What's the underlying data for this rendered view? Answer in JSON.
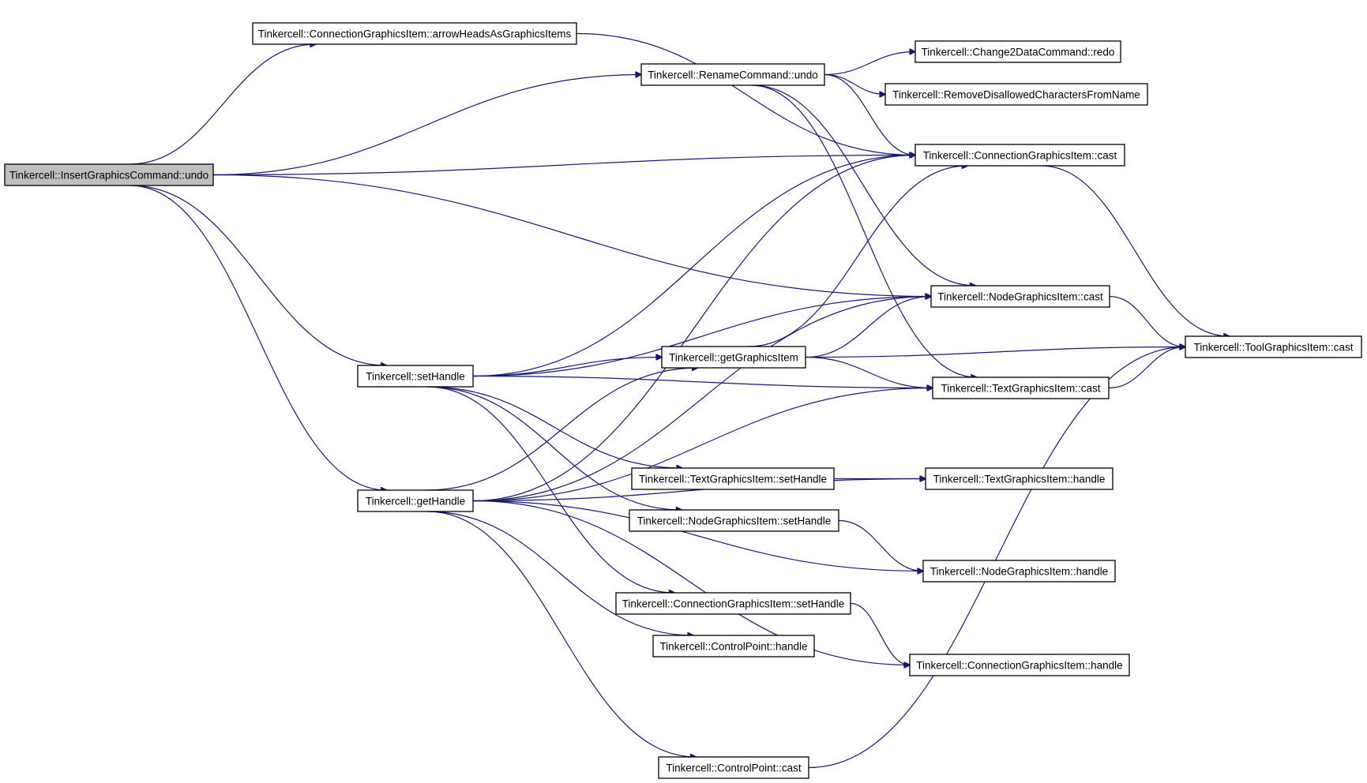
{
  "nodes": [
    {
      "id": "root",
      "label": "Tinkercell::InsertGraphicsCommand::undo",
      "highlighted": true
    },
    {
      "id": "arrowHeads",
      "label": "Tinkercell::ConnectionGraphicsItem::arrowHeadsAsGraphicsItems"
    },
    {
      "id": "renameUndo",
      "label": "Tinkercell::RenameCommand::undo"
    },
    {
      "id": "change2redo",
      "label": "Tinkercell::Change2DataCommand::redo"
    },
    {
      "id": "removeDisallowed",
      "label": "Tinkercell::RemoveDisallowedCharactersFromName"
    },
    {
      "id": "connCast",
      "label": "Tinkercell::ConnectionGraphicsItem::cast"
    },
    {
      "id": "nodeCast",
      "label": "Tinkercell::NodeGraphicsItem::cast"
    },
    {
      "id": "toolCast",
      "label": "Tinkercell::ToolGraphicsItem::cast"
    },
    {
      "id": "setHandle",
      "label": "Tinkercell::setHandle"
    },
    {
      "id": "getGraphicsItem",
      "label": "Tinkercell::getGraphicsItem"
    },
    {
      "id": "textCast",
      "label": "Tinkercell::TextGraphicsItem::cast"
    },
    {
      "id": "getHandle",
      "label": "Tinkercell::getHandle"
    },
    {
      "id": "textSetHandle",
      "label": "Tinkercell::TextGraphicsItem::setHandle"
    },
    {
      "id": "textHandle",
      "label": "Tinkercell::TextGraphicsItem::handle"
    },
    {
      "id": "nodeSetHandle",
      "label": "Tinkercell::NodeGraphicsItem::setHandle"
    },
    {
      "id": "nodeHandle",
      "label": "Tinkercell::NodeGraphicsItem::handle"
    },
    {
      "id": "connSetHandle",
      "label": "Tinkercell::ConnectionGraphicsItem::setHandle"
    },
    {
      "id": "cpHandle",
      "label": "Tinkercell::ControlPoint::handle"
    },
    {
      "id": "connHandle",
      "label": "Tinkercell::ConnectionGraphicsItem::handle"
    },
    {
      "id": "cpCast",
      "label": "Tinkercell::ControlPoint::cast"
    }
  ],
  "edges": [
    [
      "root",
      "arrowHeads"
    ],
    [
      "root",
      "renameUndo"
    ],
    [
      "root",
      "connCast"
    ],
    [
      "root",
      "nodeCast"
    ],
    [
      "root",
      "setHandle"
    ],
    [
      "root",
      "getHandle"
    ],
    [
      "arrowHeads",
      "connCast"
    ],
    [
      "renameUndo",
      "change2redo"
    ],
    [
      "renameUndo",
      "removeDisallowed"
    ],
    [
      "renameUndo",
      "connCast"
    ],
    [
      "renameUndo",
      "nodeCast"
    ],
    [
      "renameUndo",
      "textCast"
    ],
    [
      "connCast",
      "toolCast"
    ],
    [
      "nodeCast",
      "toolCast"
    ],
    [
      "textCast",
      "toolCast"
    ],
    [
      "setHandle",
      "connCast"
    ],
    [
      "setHandle",
      "nodeCast"
    ],
    [
      "setHandle",
      "getGraphicsItem"
    ],
    [
      "setHandle",
      "textCast"
    ],
    [
      "setHandle",
      "textSetHandle"
    ],
    [
      "setHandle",
      "nodeSetHandle"
    ],
    [
      "setHandle",
      "connSetHandle"
    ],
    [
      "getGraphicsItem",
      "connCast"
    ],
    [
      "getGraphicsItem",
      "nodeCast"
    ],
    [
      "getGraphicsItem",
      "toolCast"
    ],
    [
      "getGraphicsItem",
      "textCast"
    ],
    [
      "getHandle",
      "connCast"
    ],
    [
      "getHandle",
      "nodeCast"
    ],
    [
      "getHandle",
      "getGraphicsItem"
    ],
    [
      "getHandle",
      "textCast"
    ],
    [
      "getHandle",
      "textHandle"
    ],
    [
      "getHandle",
      "cpHandle"
    ],
    [
      "getHandle",
      "nodeHandle"
    ],
    [
      "getHandle",
      "connHandle"
    ],
    [
      "getHandle",
      "cpCast"
    ],
    [
      "textSetHandle",
      "textHandle"
    ],
    [
      "nodeSetHandle",
      "nodeHandle"
    ],
    [
      "connSetHandle",
      "connHandle"
    ],
    [
      "cpCast",
      "toolCast"
    ]
  ]
}
